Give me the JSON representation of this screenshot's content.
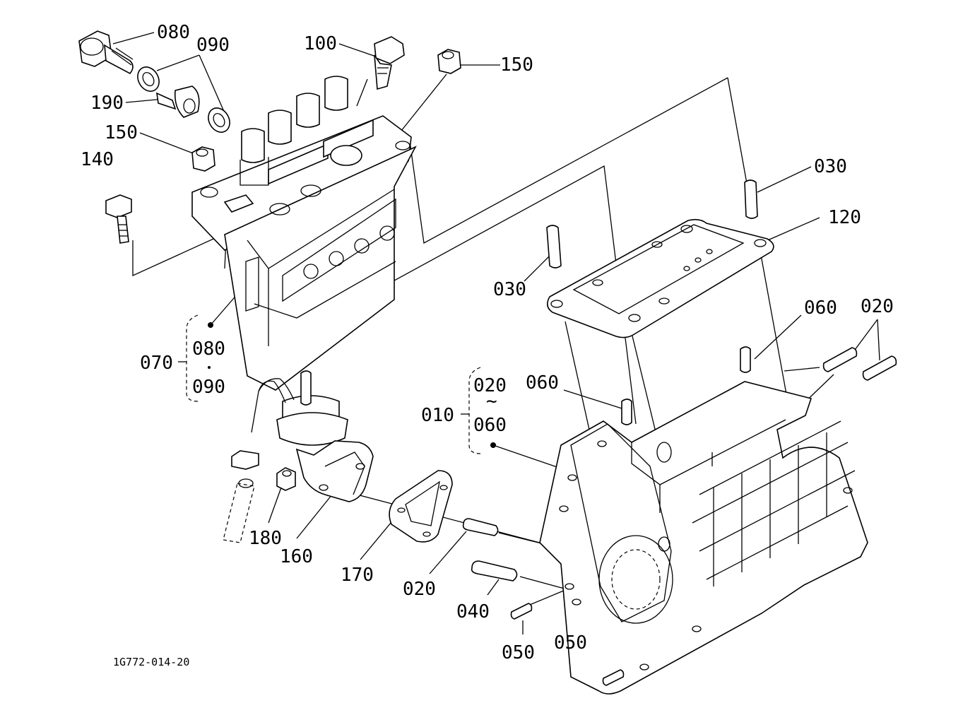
{
  "diagram_code": "1G772-014-20",
  "labels": {
    "p080_top": "080",
    "p090_top": "090",
    "p100": "100",
    "p150_top": "150",
    "p190": "190",
    "p150_left": "150",
    "p140": "140",
    "p030_right": "030",
    "p120": "120",
    "p030_left": "030",
    "p060_right": "060",
    "p020_right": "020",
    "p070": "070",
    "p080_group": "080",
    "p090_group": "090",
    "p010": "010",
    "p020_group": "020",
    "p060_group": "060",
    "p060_mid": "060",
    "p180": "180",
    "p160": "160",
    "p170": "170",
    "p020_bottom": "020",
    "p040": "040",
    "p050_left": "050",
    "p050_right": "050"
  }
}
